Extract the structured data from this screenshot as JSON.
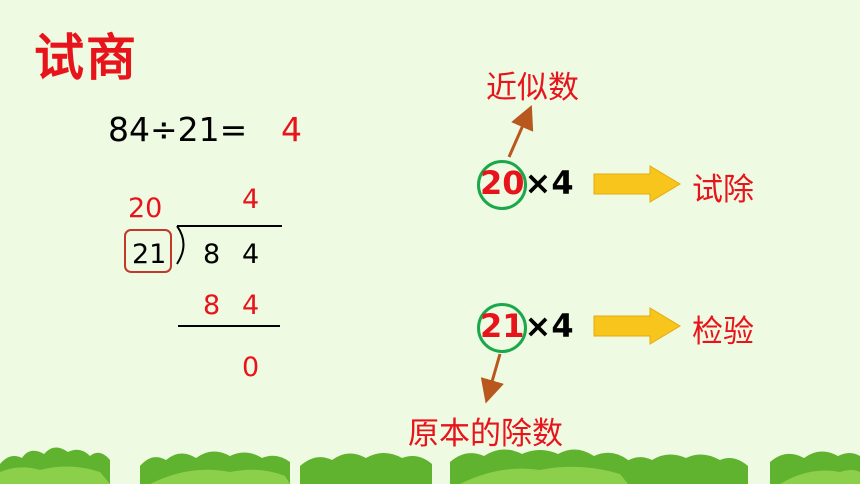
{
  "title": "试商",
  "equation": {
    "left": "84÷21=",
    "answer": "4"
  },
  "division": {
    "approx_divisor": "20",
    "quotient": "4",
    "divisor": "21",
    "dividend_1": "8",
    "dividend_2": "4",
    "product_1": "8",
    "product_2": "4",
    "remainder": "0"
  },
  "trial_row": {
    "factor": "20",
    "rest": "×4",
    "label": "试除"
  },
  "check_row": {
    "factor": "21",
    "rest": "×4",
    "label": "检验"
  },
  "notes": {
    "approx_label": "近似数",
    "original_label": "原本的除数"
  },
  "colors": {
    "accent_red": "#e8141b",
    "circle_green": "#1aa84a",
    "arrow_yellow": "#f8c51c",
    "pointer_brown": "#b8581f",
    "grass_green": "#5fb32f"
  }
}
